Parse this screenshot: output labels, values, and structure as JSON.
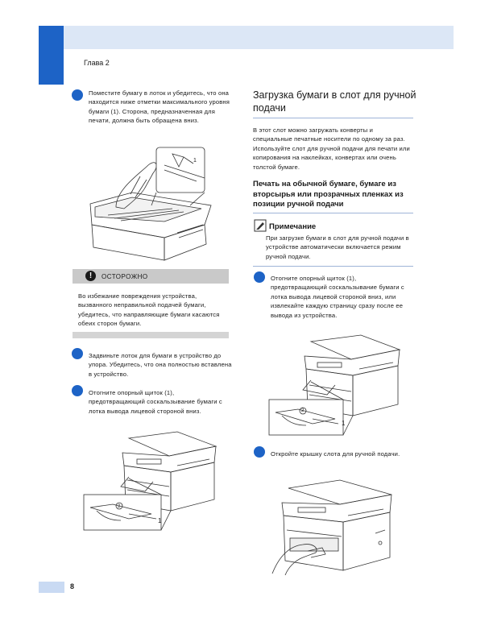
{
  "header": {
    "chapter": "Глава 2"
  },
  "left": {
    "step1": "Поместите бумагу в лоток и убедитесь, что она находится ниже отметки максимального уровня бумаги (1). Сторона, предназначенная для печати, должна быть обращена вниз.",
    "caution": {
      "label": "ОСТОРОЖНО",
      "text": "Во избежание повреждения устройства, вызванного неправильной подачей бумаги, убедитесь, что направляющие бумаги касаются обеих сторон бумаги."
    },
    "step2": "Задвиньте лоток для бумаги в устройство до упора. Убедитесь, что она полностью вставлена в устройство.",
    "step3": "Отогните опорный щиток (1), предотвращающий соскальзывание бумаги с лотка вывода лицевой стороной вниз.",
    "fig1_callout": "1",
    "fig2_callout": "1",
    "fig2_mark": "2"
  },
  "right": {
    "heading": "Загрузка бумаги в слот для ручной подачи",
    "intro": "В этот слот можно загружать конверты и специальные печатные носители по одному за раз. Используйте слот для ручной подачи для печати или копирования на наклейках, конвертах или очень толстой бумаге.",
    "subheading": "Печать на обычной бумаге, бумаге из вторсырья или прозрачных пленках из позиции ручной подачи",
    "note": {
      "label": "Примечание",
      "text": "При загрузке бумаги в слот для ручной подачи в устройстве автоматически включается режим ручной подачи."
    },
    "step1": "Отогните опорный щиток (1), предотвращающий соскальзывание бумаги с лотка вывода лицевой стороной вниз, или извлекайте каждую страницу сразу после ее вывода из устройства.",
    "step2": "Откройте крышку слота для ручной подачи.",
    "fig3_callout": "1",
    "fig3_mark": "2"
  },
  "footer": {
    "page_number": "8"
  },
  "colors": {
    "accent": "#1d63c6",
    "header_band": "#dce7f6",
    "caution_bar": "#c9c9c9"
  }
}
